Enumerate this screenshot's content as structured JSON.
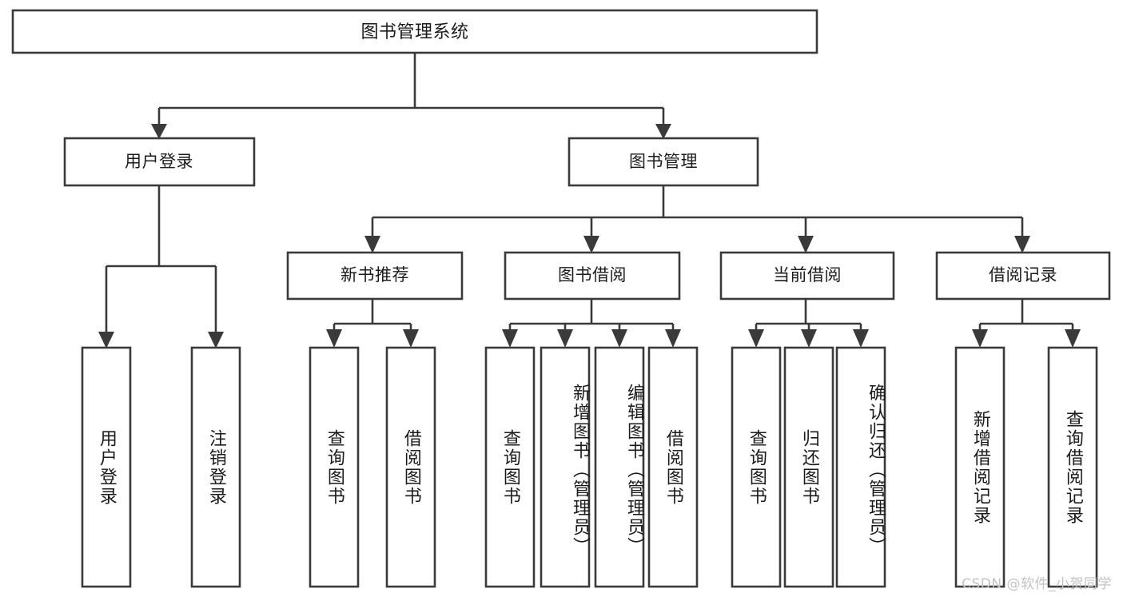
{
  "diagram": {
    "type": "tree-hierarchy",
    "title": "图书管理系统",
    "root": {
      "label": "图书管理系统",
      "orientation": "horizontal"
    },
    "level2": [
      {
        "label": "用户登录",
        "orientation": "horizontal"
      },
      {
        "label": "图书管理",
        "orientation": "horizontal"
      }
    ],
    "level3": [
      {
        "label": "新书推荐",
        "orientation": "horizontal"
      },
      {
        "label": "图书借阅",
        "orientation": "horizontal"
      },
      {
        "label": "当前借阅",
        "orientation": "horizontal"
      },
      {
        "label": "借阅记录",
        "orientation": "horizontal"
      }
    ],
    "leaves": {
      "user_login": [
        {
          "label": "用户登录",
          "orientation": "vertical"
        },
        {
          "label": "注销登录",
          "orientation": "vertical"
        }
      ],
      "new_book_recommend": [
        {
          "label": "查询图书",
          "orientation": "vertical"
        },
        {
          "label": "借阅图书",
          "orientation": "vertical"
        }
      ],
      "book_borrow": [
        {
          "label": "查询图书",
          "orientation": "vertical"
        },
        {
          "label": "新增图书（管理员）",
          "orientation": "vertical"
        },
        {
          "label": "编辑图书（管理员）",
          "orientation": "vertical"
        },
        {
          "label": "借阅图书",
          "orientation": "vertical"
        }
      ],
      "current_borrow": [
        {
          "label": "查询图书",
          "orientation": "vertical"
        },
        {
          "label": "归还图书",
          "orientation": "vertical"
        },
        {
          "label": "确认归还（管理员）",
          "orientation": "vertical"
        }
      ],
      "borrow_record": [
        {
          "label": "新增借阅记录",
          "orientation": "vertical"
        },
        {
          "label": "查询借阅记录",
          "orientation": "vertical"
        }
      ]
    },
    "colors": {
      "background": "#ffffff",
      "box_fill": "#ffffff",
      "box_stroke": "#3a3a3a",
      "connector": "#3a3a3a",
      "text": "#1b1b1b",
      "watermark": "#c3c3c3"
    }
  },
  "watermark": {
    "text": "CSDN @软件_小贺同学"
  }
}
